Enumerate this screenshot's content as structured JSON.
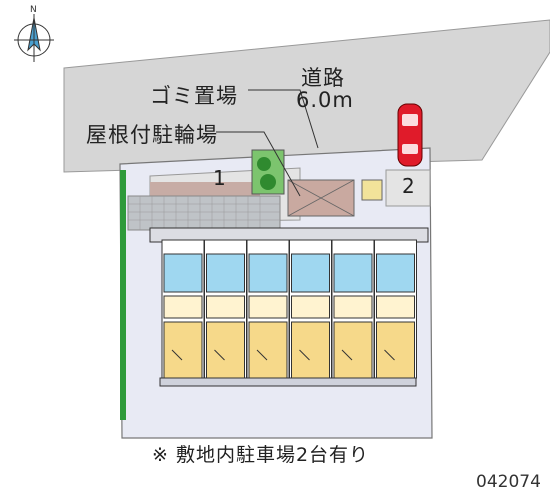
{
  "labels": {
    "road_name": "道路",
    "road_width": "6.0m",
    "garbage": "ゴミ置場",
    "bicycle": "屋根付駐輪場",
    "space1": "1",
    "space2": "2",
    "footnote": "※ 敷地内駐車場2台有り",
    "code": "042074"
  },
  "compass": {
    "label": "N"
  },
  "colors": {
    "road": "#d6d6d6",
    "plot": "#e8eaf4",
    "lobby": "#bfc3c7",
    "unit_floor": "#f6d98a",
    "wet_area": "#9fd7f0",
    "hedge": "#2e9a3a",
    "bike_roof": "#c9a9a0",
    "car": "#e01b2a"
  },
  "units": {
    "count": 6
  }
}
